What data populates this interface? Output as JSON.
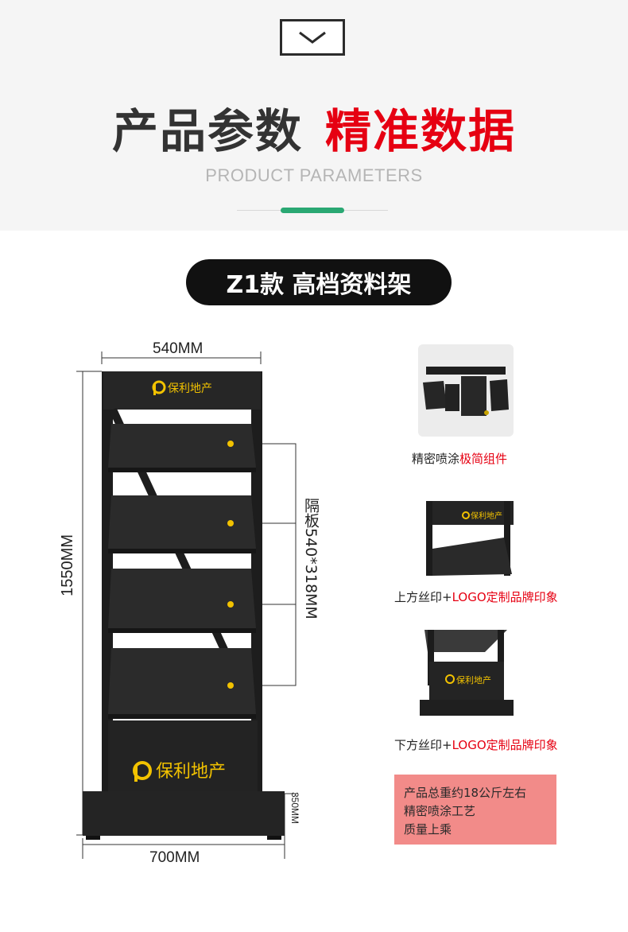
{
  "header": {
    "title_gray": "产品参数",
    "title_red": "精准数据",
    "subtitle": "PRODUCT PARAMETERS",
    "colors": {
      "accent_red": "#e60012",
      "accent_green": "#2aa873"
    }
  },
  "model_label": "Z1款 高档资料架",
  "dimensions": {
    "width_top": "540MM",
    "height": "1550MM",
    "shelf": "隔板540*318MM",
    "base_width": "700MM",
    "base_depth": "350MM"
  },
  "brand_logo_text": "保利地产",
  "details": [
    {
      "caption_plain": "精密喷涂",
      "caption_red": "极简组件"
    },
    {
      "caption_plain": "上方丝印+",
      "caption_red": "LOGO定制品牌印象"
    },
    {
      "caption_plain": "下方丝印+",
      "caption_red": "LOGO定制品牌印象"
    }
  ],
  "spec_lines": [
    "产品总重约18公斤左右",
    "精密喷涂工艺",
    "质量上乘"
  ]
}
